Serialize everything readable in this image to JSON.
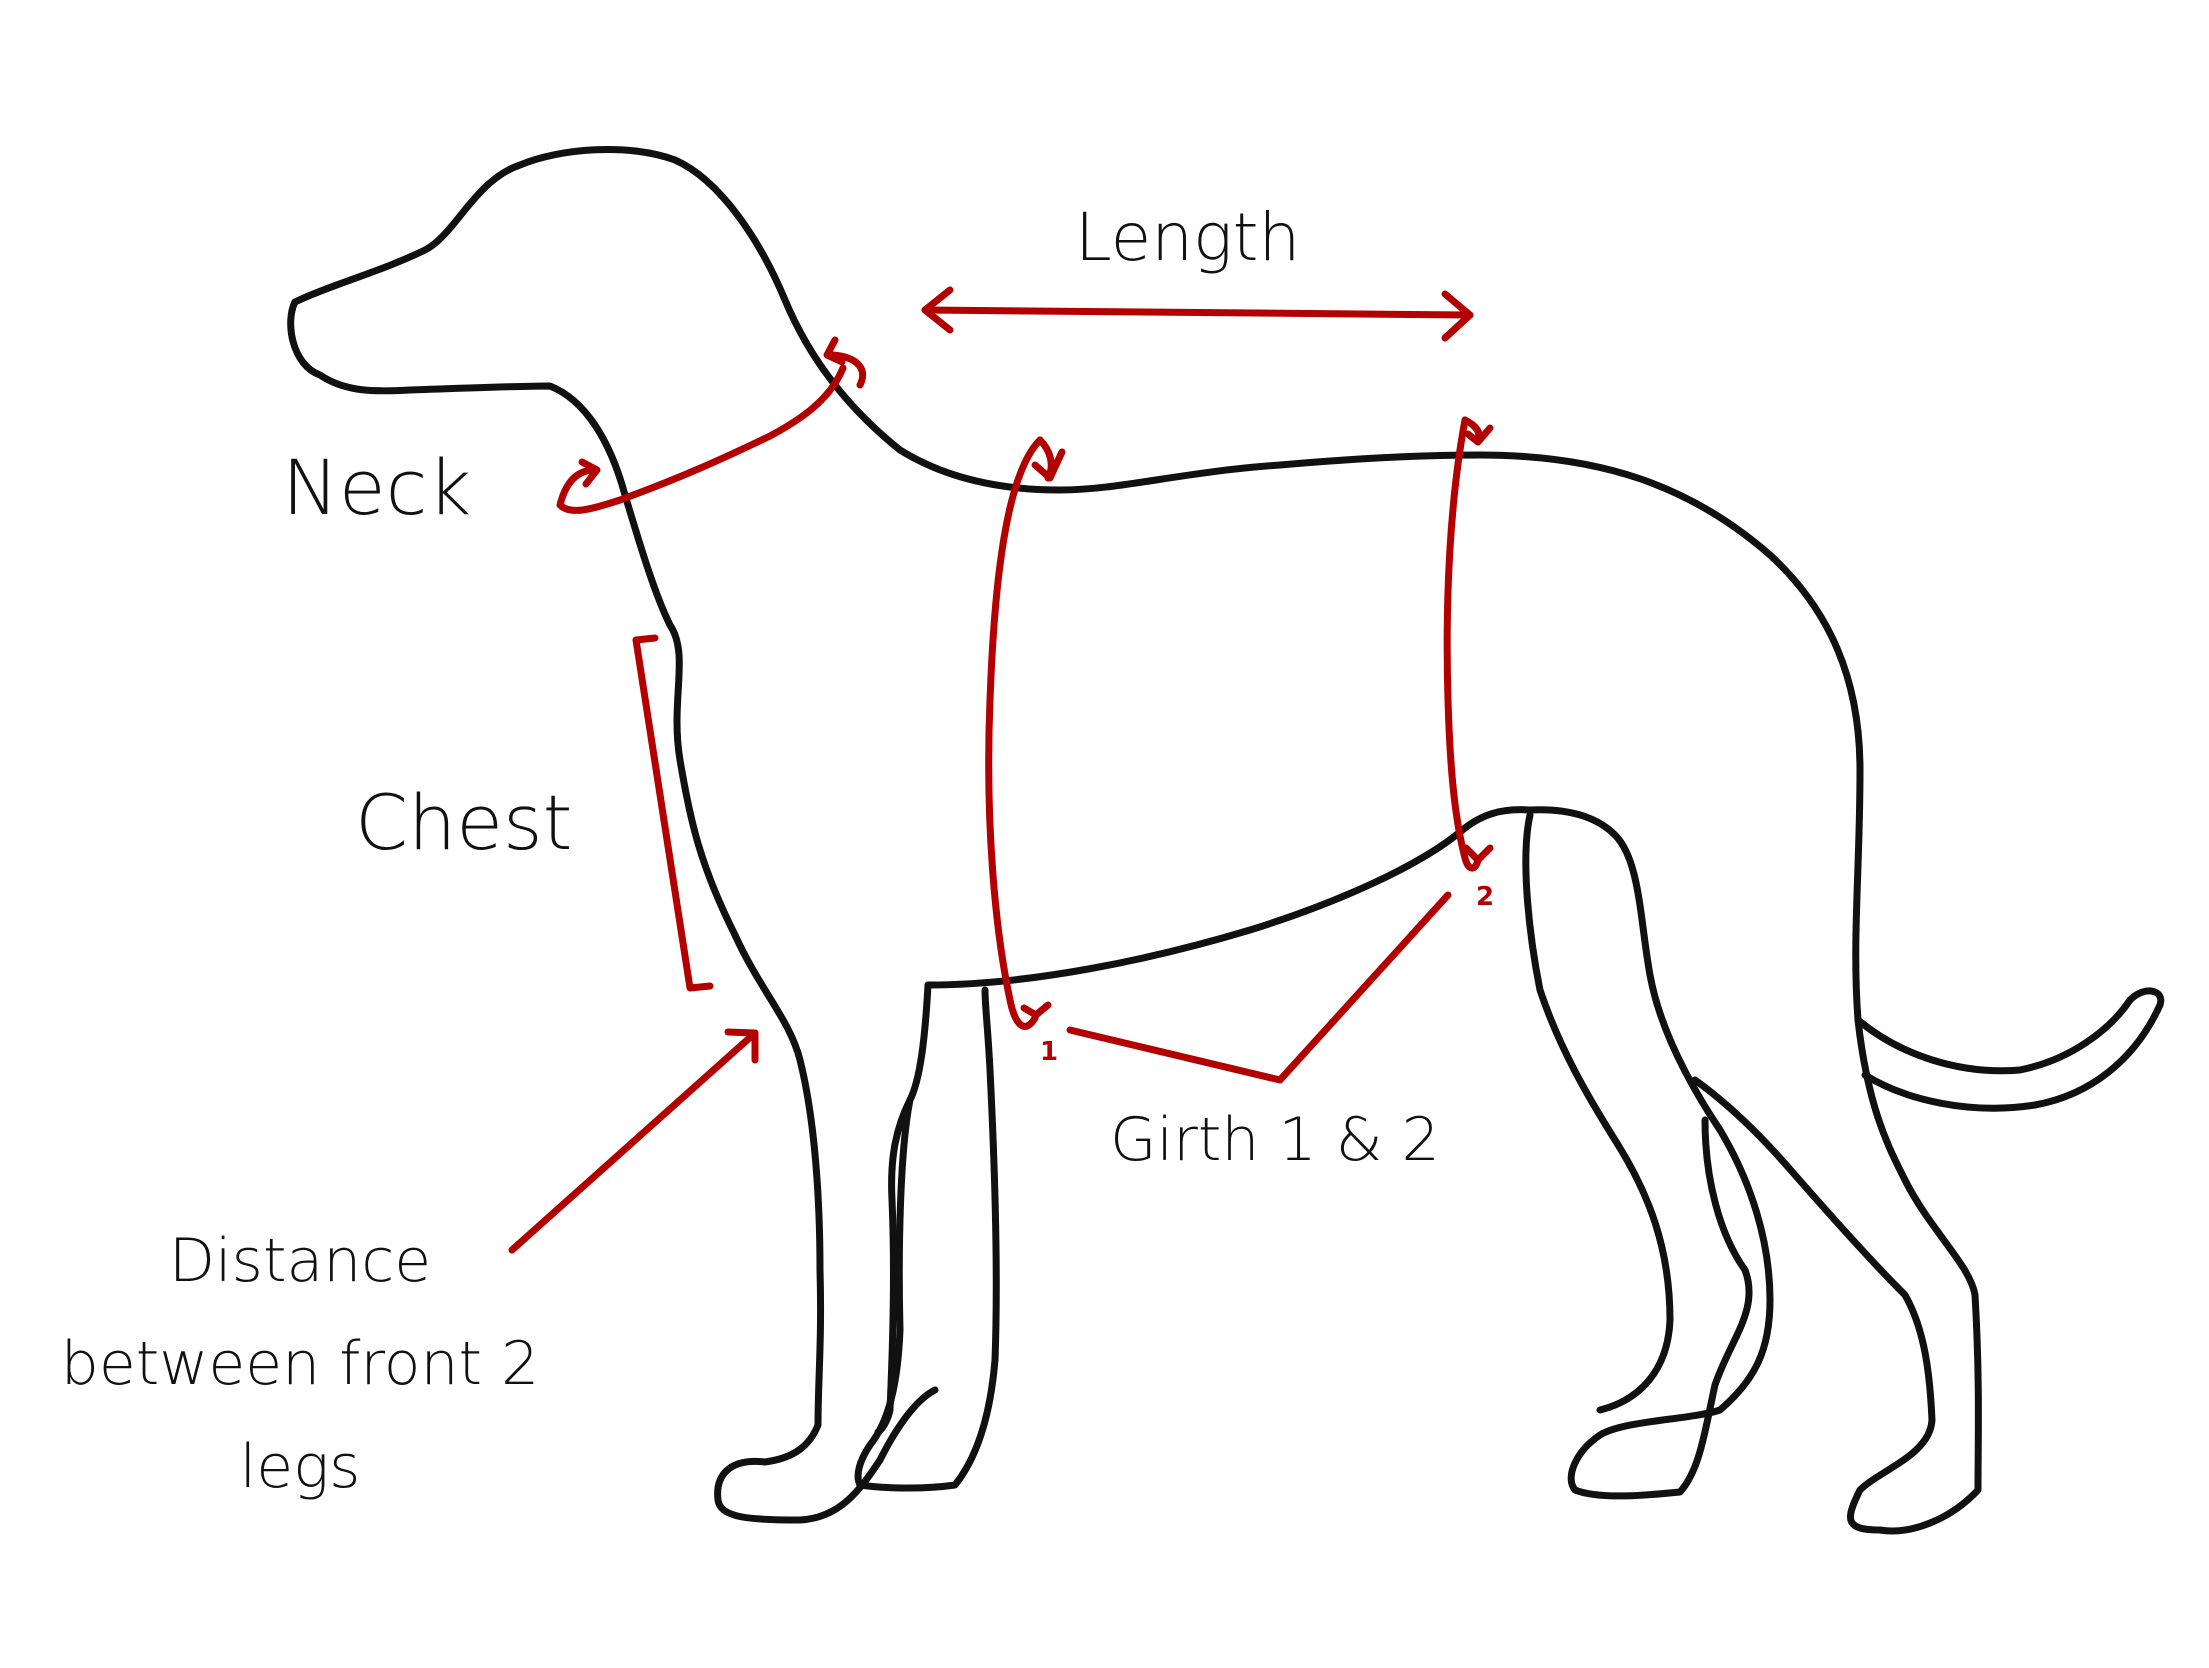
{
  "labels": {
    "length": "Length",
    "neck": "Neck",
    "chest": "Chest",
    "girth": "Girth 1 & 2",
    "distance": "Distance between front 2 legs"
  },
  "markers": {
    "girth_1": "1",
    "girth_2": "2"
  },
  "colors": {
    "outline": "#111111",
    "measure": "#b30000"
  }
}
